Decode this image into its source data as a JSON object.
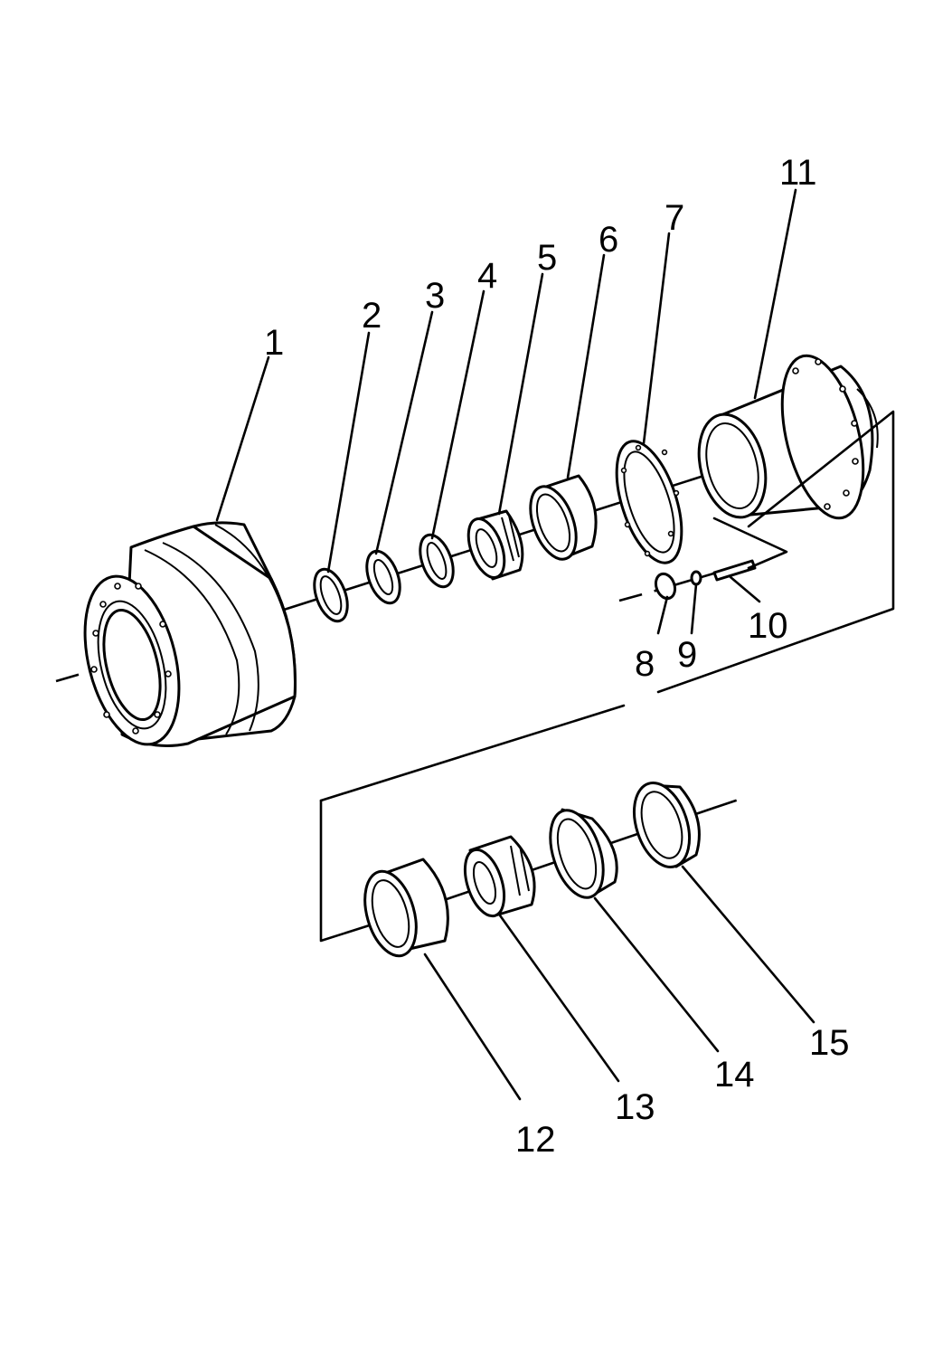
{
  "figure": {
    "callouts": [
      {
        "id": "1",
        "label": "1"
      },
      {
        "id": "2",
        "label": "2"
      },
      {
        "id": "3",
        "label": "3"
      },
      {
        "id": "4",
        "label": "4"
      },
      {
        "id": "5",
        "label": "5"
      },
      {
        "id": "6",
        "label": "6"
      },
      {
        "id": "7",
        "label": "7"
      },
      {
        "id": "8",
        "label": "8"
      },
      {
        "id": "9",
        "label": "9"
      },
      {
        "id": "10",
        "label": "10"
      },
      {
        "id": "11",
        "label": "11"
      },
      {
        "id": "12",
        "label": "12"
      },
      {
        "id": "13",
        "label": "13"
      },
      {
        "id": "14",
        "label": "14"
      },
      {
        "id": "15",
        "label": "15"
      }
    ]
  }
}
